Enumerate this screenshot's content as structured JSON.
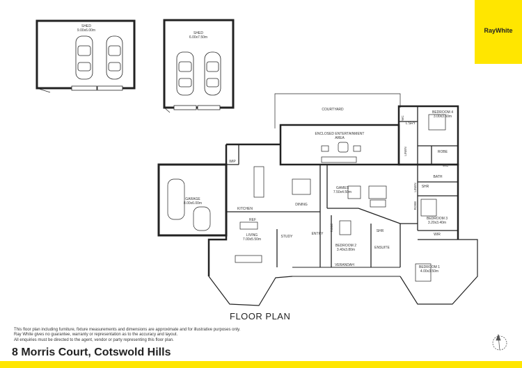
{
  "brand": {
    "name": "RayWhite",
    "color": "#ffe600"
  },
  "rooms": {
    "shed1": {
      "label": "SHED",
      "dims": "9.00x6.00m"
    },
    "shed2": {
      "label": "SHED",
      "dims": "6.00x7.50m"
    },
    "courtyard": "COURTYARD",
    "entertainment": {
      "line1": "ENCLOSED ENTERTAINMENT",
      "line2": "AREA"
    },
    "lsry": "L'SRY",
    "wc1": "WC",
    "bedroom4": {
      "label": "BEDROOM 4",
      "dims": "3.00x3.60m"
    },
    "linen1": "LINEN",
    "robe4": "ROBE",
    "wc2": "WC",
    "wip": "WIP",
    "garage": {
      "label": "GARAGE",
      "dims": "8.00x6.00m"
    },
    "kitchen": "KITCHEN",
    "dining": "DINING",
    "games": {
      "label": "GAMES",
      "dims": "7.50x4.50m"
    },
    "bath": "BATH",
    "shr1": "SHR",
    "linen2": "LINEN",
    "robe3": "ROBE",
    "bedroom3": {
      "label": "BEDROOM 3",
      "dims": "3.20x3.40m"
    },
    "ref": "REF",
    "living": {
      "label": "LIVING",
      "dims": "7.00x5.50m"
    },
    "study": "STUDY",
    "entry": "ENTRY",
    "robe2": "ROBE",
    "shr2": "SHR",
    "bedroom2": {
      "label": "BEDROOM 2",
      "dims": "3.40x3.80m"
    },
    "ensuite": "ENSUITE",
    "wir": "WIR",
    "verandah": "VERANDAH",
    "bedroom1": {
      "label": "BEDROOM 1",
      "dims": "4.00x3.50m"
    }
  },
  "floor_plan_title": "FLOOR PLAN",
  "disclaimer": [
    "This floor plan including furniture, fixture measurements and dimensions are approximate and for illustrative purposes only.",
    "Ray White gives no guarantee, warranty or representation as to the accuracy and layout.",
    "All enquiries must be directed to the agent, vendor or party representing this floor plan."
  ],
  "address": "8 Morris Court, Cotswold Hills",
  "compass_icon": "north-arrow-icon"
}
